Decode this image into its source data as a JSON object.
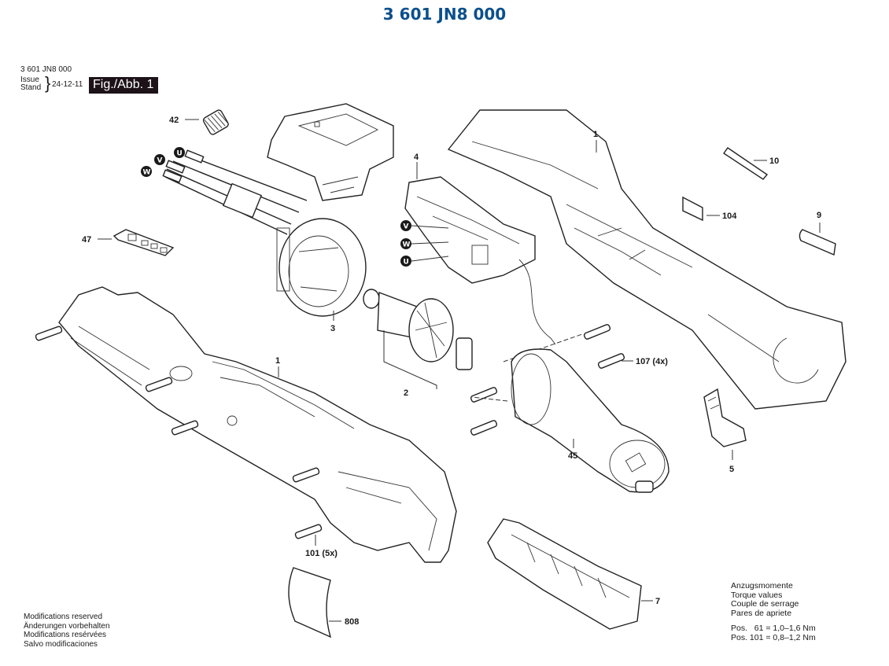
{
  "title": "3 601 JN8 000",
  "header": {
    "part_number": "3 601 JN8 000",
    "issue_label": "Issue",
    "stand_label": "Stand",
    "issue_date": "24-12-11",
    "figure_label": "Fig./Abb. 1"
  },
  "callouts": {
    "c1_upper": "1",
    "c1_lower": "1",
    "c2": "2",
    "c3": "3",
    "c4": "4",
    "c5": "5",
    "c7": "7",
    "c9": "9",
    "c10": "10",
    "c42": "42",
    "c45": "45",
    "c47": "47",
    "c101": "101 (5x)",
    "c104": "104",
    "c107": "107 (4x)",
    "c808": "808"
  },
  "wire_badges": {
    "left": [
      "V",
      "U",
      "W"
    ],
    "switch": [
      "V",
      "W",
      "U"
    ]
  },
  "footer": {
    "modifications": [
      "Modifications reserved",
      "Änderungen vorbehalten",
      "Modifications resérvées",
      "Salvo modificaciones"
    ]
  },
  "torque": {
    "headings": [
      "Anzugsmomente",
      "Torque values",
      "Couple de serrage",
      "Pares de apriete"
    ],
    "values": [
      "Pos.   61 = 1,0–1,6 Nm",
      "Pos. 101 = 0,8–1,2 Nm"
    ]
  },
  "colors": {
    "title_blue": "#0b4f8c",
    "figure_badge_bg": "#1c1218"
  }
}
